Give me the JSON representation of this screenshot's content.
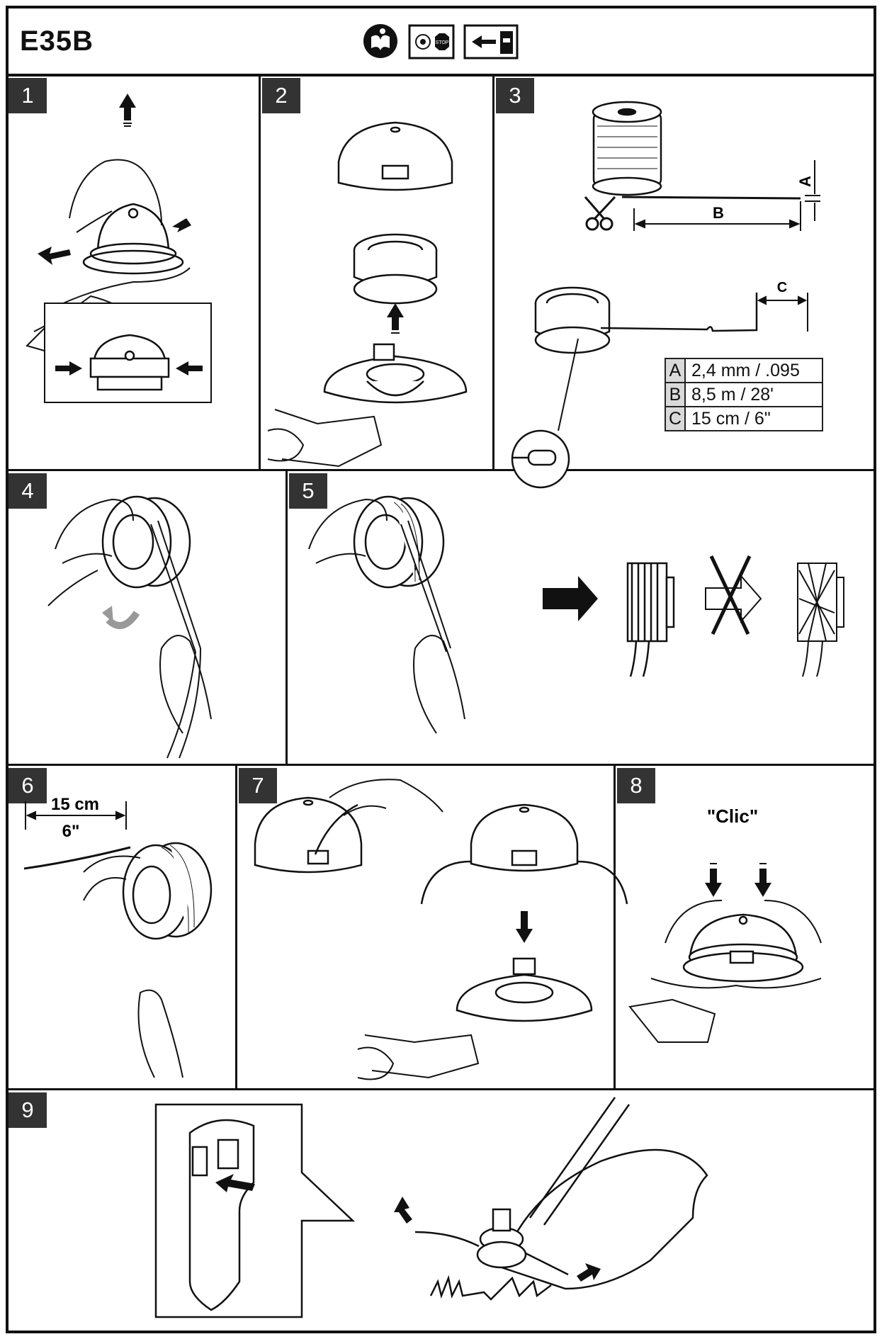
{
  "header": {
    "model": "E35B",
    "icons": [
      "read-manual-icon",
      "stop-engine-icon",
      "disconnect-plug-icon"
    ]
  },
  "steps": [
    {
      "number": "1"
    },
    {
      "number": "2"
    },
    {
      "number": "3"
    },
    {
      "number": "4"
    },
    {
      "number": "5"
    },
    {
      "number": "6"
    },
    {
      "number": "7"
    },
    {
      "number": "8"
    },
    {
      "number": "9"
    }
  ],
  "step3": {
    "dimension_labels": {
      "a": "A",
      "b": "B",
      "c": "C"
    },
    "spec_table": [
      {
        "key": "A",
        "value": "2,4 mm / .095"
      },
      {
        "key": "B",
        "value": "8,5 m / 28'"
      },
      {
        "key": "C",
        "value": "15 cm / 6\""
      }
    ]
  },
  "step6": {
    "length_metric": "15 cm",
    "length_imperial": "6\""
  },
  "step8": {
    "sound": "\"Clic\""
  },
  "colors": {
    "badge": "#333333",
    "line": "#111111",
    "table_key_bg": "#d9d9d9"
  }
}
